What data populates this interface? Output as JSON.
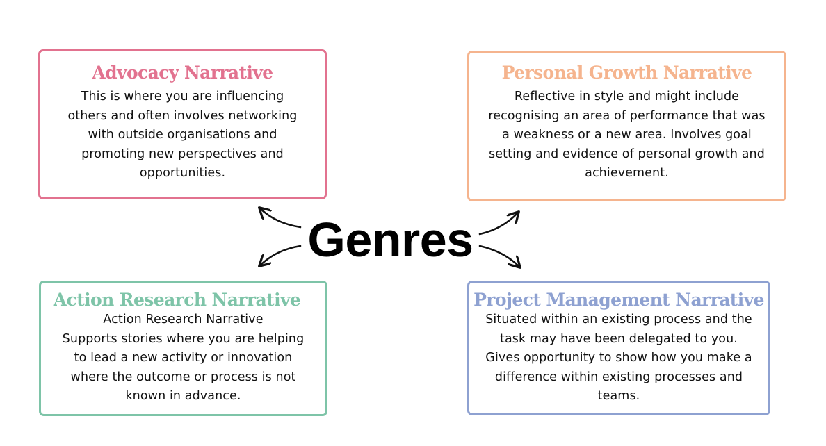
{
  "center": {
    "title": "Genres"
  },
  "colors": {
    "advocacy": "#e2728f",
    "personal_growth": "#f5b48e",
    "action_research": "#7ec4a8",
    "project_management": "#8ea1d1",
    "text": "#111111",
    "arrows": "#111111"
  },
  "boxes": {
    "advocacy": {
      "title": "Advocacy Narrative",
      "lines": [
        "This is where you are influencing",
        "others and often involves networking",
        "with outside organisations and",
        "promoting new perspectives and",
        "opportunities."
      ]
    },
    "personal_growth": {
      "title": "Personal Growth Narrative",
      "lines": [
        "Reflective in style and might include",
        "recognising an area of performance that was",
        "a weakness or a new area. Involves goal",
        "setting and evidence of personal growth and",
        "achievement."
      ]
    },
    "action_research": {
      "title": "Action Research Narrative",
      "lines": [
        "Action Research Narrative",
        "Supports stories where you are helping",
        "to lead a new activity or innovation",
        "where the outcome or process is not",
        "known in advance."
      ]
    },
    "project_management": {
      "title": "Project Management Narrative",
      "lines": [
        "Situated within an existing process and the",
        "task may have been delegated to you.",
        "Gives opportunity to show how you make a",
        "difference within existing processes and",
        "teams."
      ]
    }
  },
  "arrows": [
    {
      "name": "arrow-to-advocacy",
      "direction": "up-left"
    },
    {
      "name": "arrow-to-personal-growth",
      "direction": "up-right"
    },
    {
      "name": "arrow-to-action-research",
      "direction": "down-left"
    },
    {
      "name": "arrow-to-project-management",
      "direction": "down-right"
    }
  ]
}
